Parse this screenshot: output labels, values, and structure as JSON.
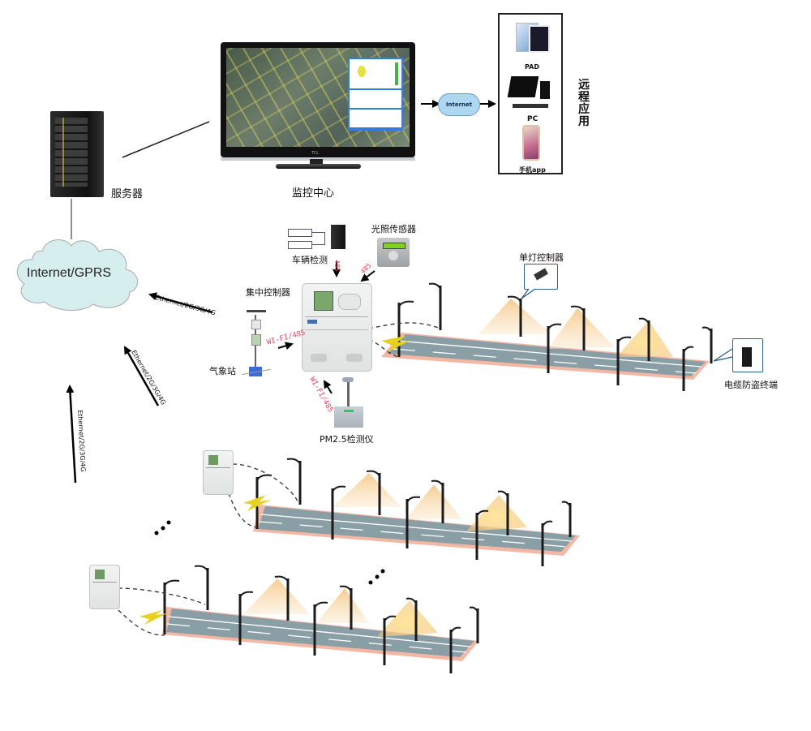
{
  "title": "Smart street lighting system architecture",
  "nodes": {
    "server": {
      "label": "服务器"
    },
    "monitor_center": {
      "label": "监控中心",
      "monitor_brand": "TCL"
    },
    "internet_small": {
      "label": "Internet"
    },
    "remote_apps": {
      "label": "远程应用",
      "devices": [
        {
          "label": "PAD"
        },
        {
          "label": "PC"
        },
        {
          "label": "手机app"
        }
      ]
    },
    "cloud": {
      "label": "Internet/GPRS"
    },
    "vehicle_detect": {
      "label": "车辆检测"
    },
    "light_sensor": {
      "label": "光照传感器"
    },
    "concentrator": {
      "label": "集中控制器"
    },
    "weather_station": {
      "label": "气象站"
    },
    "pm25": {
      "label": "PM2.5检测仪"
    },
    "single_lamp_ctrl": {
      "label": "单灯控制器"
    },
    "cable_antitheft": {
      "label": "电缆防盗终端"
    }
  },
  "links": {
    "eth1": "Ethernet/2G/3G/4G",
    "eth2": "Ethernet/2G/3G/4G",
    "eth3": "Ethernet/2G/3G/4G",
    "vehicle_485": "485",
    "light_485": "485",
    "weather_wifi": "WI-FI/485",
    "pm_wifi": "WI-FI/485"
  },
  "ellipsis": "⋰",
  "colors": {
    "cloud_fill": "#d6efee",
    "road": "#8a9ea6",
    "curb": "#f4b7a4",
    "light_cone": "#f7d7a6",
    "red_text": "#e0495c",
    "callout_border": "#2f5f86"
  }
}
